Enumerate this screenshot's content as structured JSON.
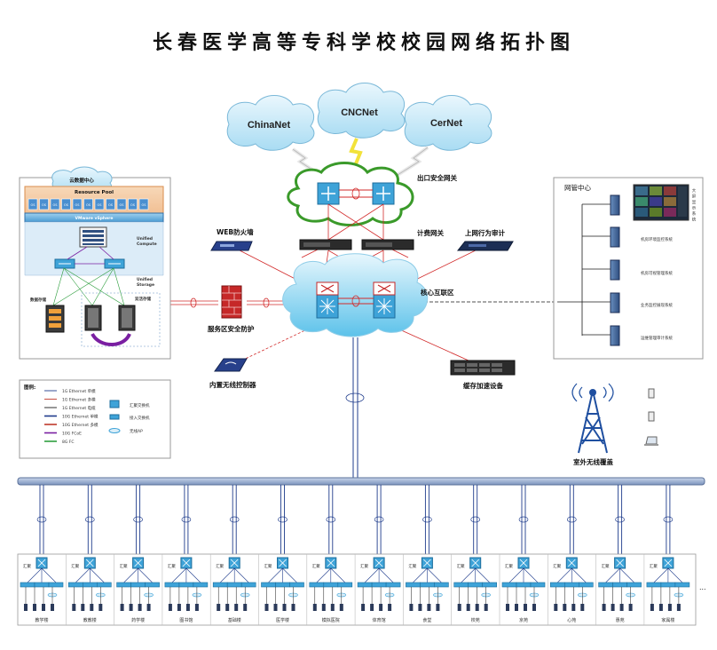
{
  "title": "长春医学高等专科学校校园网络拓扑图",
  "isps": [
    "ChinaNet",
    "CNCNet",
    "CerNet"
  ],
  "egress_label": "出口安全网关",
  "billing_label": "计费网关",
  "audit_label": "上网行为审计",
  "web_firewall_label": "WEB防火墙",
  "core_label": "核心互联区",
  "service_protect_label": "服务区安全防护",
  "wlc_label": "内置无线控制器",
  "cache_label": "缓存加速设备",
  "datacenter": {
    "title": "云数据中心",
    "resource_pool": "Resource Pool",
    "os_label": "OS",
    "vsphere": "VMware vSphere",
    "unified_compute": [
      "Unified",
      "Compute"
    ],
    "unified_storage": [
      "Unified",
      "Storage"
    ],
    "data_storage": "数据存储",
    "dual_storage": "双活存储"
  },
  "nms": {
    "title": "网管中心",
    "screen_label": [
      "大",
      "屏",
      "显",
      "示",
      "系",
      "统"
    ],
    "systems": [
      "机房环境监控系统",
      "机房可视管理系统",
      "业务监控展现系统",
      "运维管理审计系统"
    ]
  },
  "legend": {
    "title": "图例:",
    "items": [
      {
        "label": "1G Ethernet 单模",
        "color": "#1f3c8c"
      },
      {
        "label": "1G Ethernet 多模",
        "color": "#c0392b"
      },
      {
        "label": "1G Ethernet 电缆",
        "color": "#1a1a1a"
      },
      {
        "label": "10G Ethernet 单模",
        "color": "#1f3c8c"
      },
      {
        "label": "10G Ethernet 多模",
        "color": "#c0392b"
      },
      {
        "label": "10G FCoE",
        "color": "#7a1fa2"
      },
      {
        "label": "8G FC",
        "color": "#2e9e3e"
      }
    ],
    "icons": [
      "汇聚交换机",
      "接入交换机",
      "无线AP"
    ]
  },
  "wireless_label": "室外无线覆盖",
  "building_agg_label": "汇聚",
  "buildings": [
    "教学楼",
    "教教楼",
    "药学楼",
    "图书馆",
    "基础楼",
    "医学楼",
    "模拟医院",
    "体育馆",
    "食堂",
    "校苑",
    "京苑",
    "心苑",
    "惠苑",
    "家属楼"
  ],
  "more_mark": "…",
  "colors": {
    "red_link": "#d22b2b",
    "blue_link": "#1f3c8c",
    "cloud_blue": "#bfe7f7",
    "cloud_green_border": "#3a9a2a",
    "switch_blue": "#3ea3d8",
    "core_red": "#c62828"
  }
}
